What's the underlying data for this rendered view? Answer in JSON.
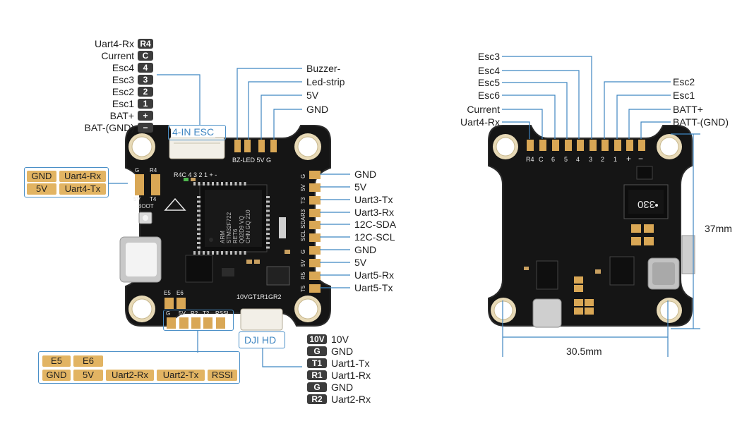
{
  "front_board": {
    "chip_marking": [
      "ARM",
      "STM32F722",
      "RET6",
      "Q02D9 VQ",
      "CHN GQ 210"
    ],
    "pad_labels_top": "BZ-LED 5V  G",
    "pad_labels_esc": "R4C 4 3 2 1 + -",
    "pad_labels_right": [
      "G",
      "5V",
      "T3",
      "R3",
      "SDA",
      "SCL",
      "G",
      "5V",
      "R5",
      "T5"
    ],
    "pad_labels_bottom": [
      "G",
      "5V",
      "R2",
      "T2",
      "RSSI"
    ],
    "pad_labels_e": [
      "E5",
      "E6"
    ],
    "pad_labels_dji": "10VGT1R1GR2",
    "pad_labels_left": {
      "g": "G",
      "r4": "R4",
      "v5": "5V",
      "t4": "T4"
    },
    "boot_label": "BOOT"
  },
  "esc_connector": {
    "title": "4-IN ESC",
    "pins": [
      {
        "text": "Uart4-Rx",
        "badge": "R4"
      },
      {
        "text": "Current",
        "badge": "C"
      },
      {
        "text": "Esc4",
        "badge": "4"
      },
      {
        "text": "Esc3",
        "badge": "3"
      },
      {
        "text": "Esc2",
        "badge": "2"
      },
      {
        "text": "Esc1",
        "badge": "1"
      },
      {
        "text": "BAT+",
        "badge": "+"
      },
      {
        "text": "BAT-(GND)",
        "badge": "−"
      }
    ]
  },
  "top_labels": [
    "Buzzer-",
    "Led-strip",
    "5V",
    "GND"
  ],
  "right_side_labels": [
    "GND",
    "5V",
    "Uart3-Tx",
    "Uart3-Rx",
    "12C-SDA",
    "12C-SCL",
    "GND",
    "5V",
    "Uart5-Rx",
    "Uart5-Tx"
  ],
  "left_uart4": {
    "row1": [
      "GND",
      "Uart4-Rx"
    ],
    "row2": [
      "5V",
      "Uart4-Tx"
    ]
  },
  "bottom_pads": {
    "row1": [
      "E5",
      "E6"
    ],
    "row2": [
      "GND",
      "5V",
      "Uart2-Rx",
      "Uart2-Tx",
      "RSSI"
    ]
  },
  "dji_connector": {
    "title": "DJI HD",
    "pins": [
      {
        "badge": "10V",
        "text": "10V"
      },
      {
        "badge": "G",
        "text": "GND"
      },
      {
        "badge": "T1",
        "text": "Uart1-Tx"
      },
      {
        "badge": "R1",
        "text": "Uart1-Rx"
      },
      {
        "badge": "G",
        "text": "GND"
      },
      {
        "badge": "R2",
        "text": "Uart2-Rx"
      }
    ]
  },
  "back_board": {
    "left_labels": [
      "Esc3",
      "Esc4",
      "Esc5",
      "Esc6",
      "Current",
      "Uart4-Rx"
    ],
    "right_labels": [
      "Esc2",
      "Esc1",
      "BATT+",
      "BATT-(GND)"
    ],
    "pad_labels": [
      "R4",
      "C",
      "6",
      "5",
      "4",
      "3",
      "2",
      "1",
      "+",
      "−"
    ],
    "inductor_marking": "330",
    "dim_height": "37mm",
    "dim_width": "30.5mm"
  },
  "colors": {
    "board": "#141414",
    "pad_gold": "#d9a755",
    "accent_blue": "#4a8fc7",
    "badge_dark": "#3c3c3c"
  }
}
